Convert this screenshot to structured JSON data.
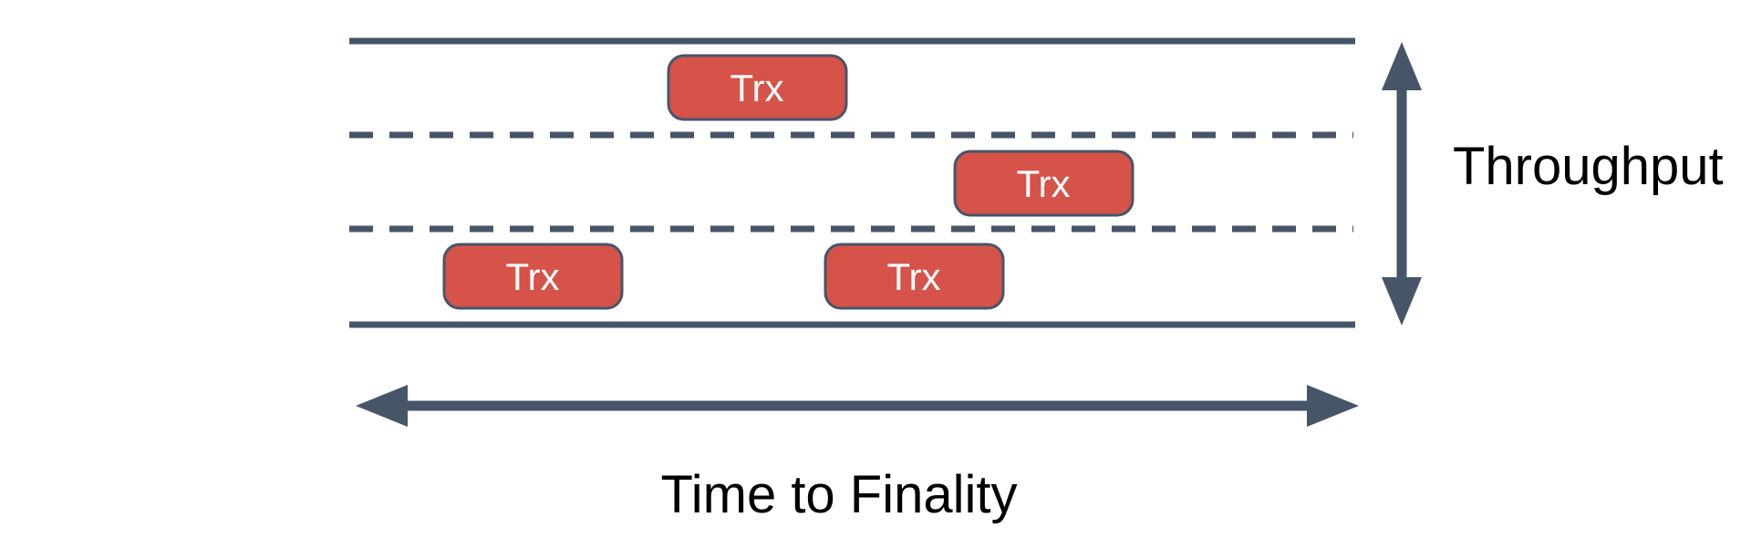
{
  "diagram": {
    "description": "Blockchain lanes diagram comparing transaction throughput and time to finality",
    "lanes": {
      "count": 3,
      "boundary_lines": [
        "solid",
        "dashed",
        "dashed",
        "solid"
      ]
    },
    "boxes": [
      {
        "label": "Trx",
        "lane": "top"
      },
      {
        "label": "Trx",
        "lane": "middle"
      },
      {
        "label": "Trx",
        "lane": "bottom"
      },
      {
        "label": "Trx",
        "lane": "bottom"
      }
    ],
    "axes": {
      "vertical_label": "Throughput",
      "horizontal_label": "Time to Finality"
    },
    "icons": {
      "vertical_axis": "double-headed-arrow-vertical",
      "horizontal_axis": "double-headed-arrow-horizontal"
    },
    "colors": {
      "line": "#475569",
      "box_fill": "#d55349",
      "box_stroke": "#475569",
      "box_text": "#ffffff",
      "label_text": "#000000",
      "background": "#ffffff"
    }
  }
}
